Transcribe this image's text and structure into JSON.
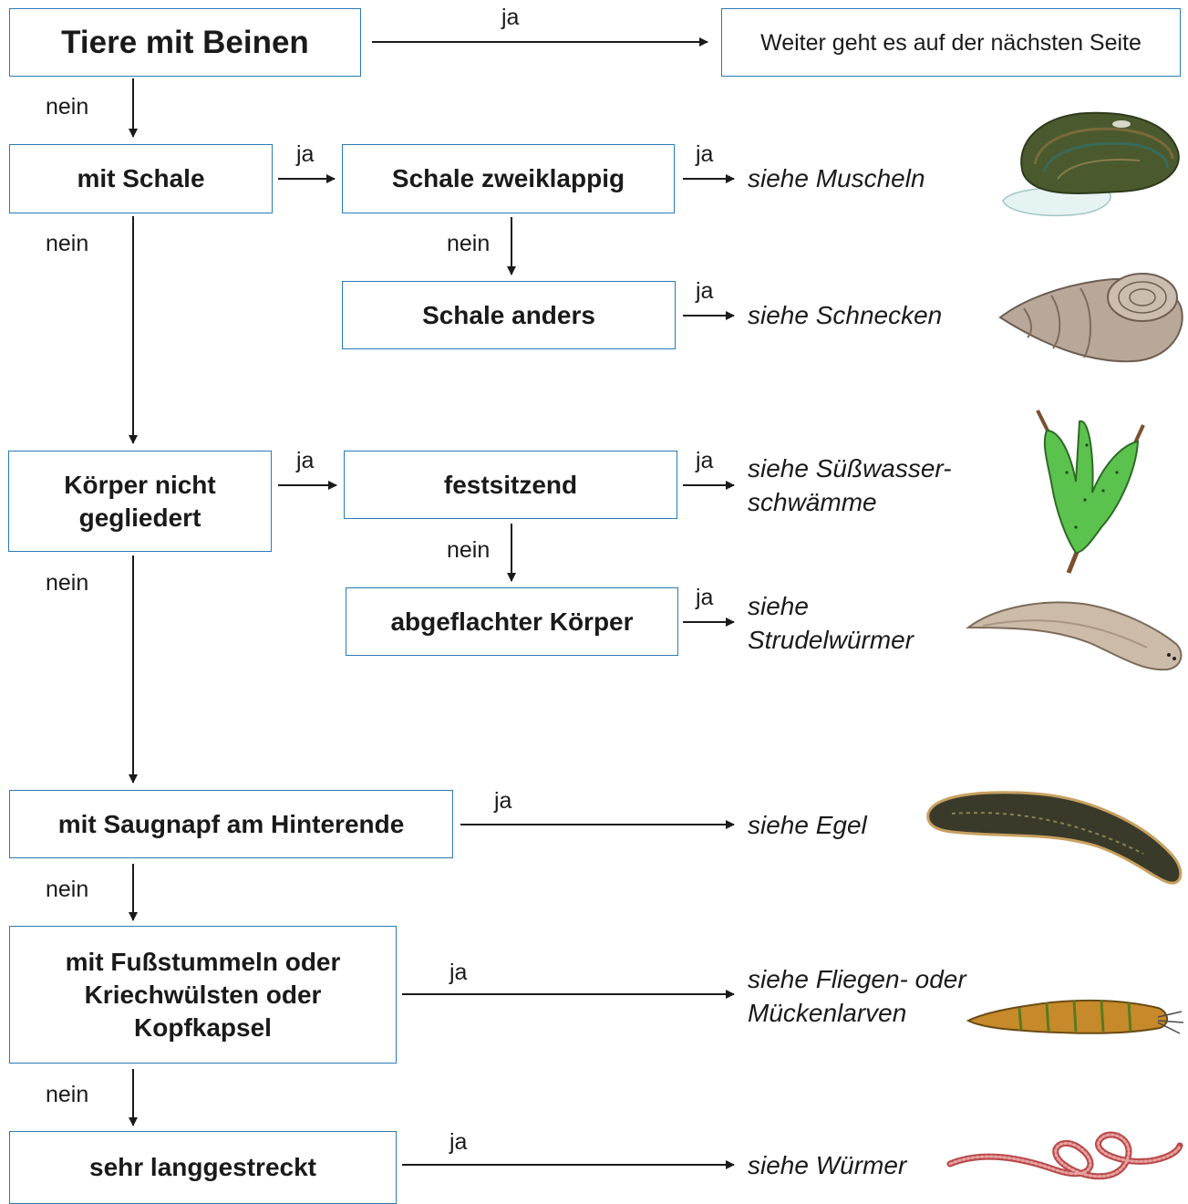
{
  "title_box": "Tiere mit Beinen",
  "next_page": "Weiter geht es auf der nächsten Seite",
  "label_yes": "ja",
  "label_no": "nein",
  "questions": {
    "shell": "mit Schale",
    "bivalve": "Schale zweiklappig",
    "shell_other": "Schale anders",
    "unsegmented_l1": "Körper nicht",
    "unsegmented_l2": "gegliedert",
    "sessile": "festsitzend",
    "flattened": "abgeflachter Körper",
    "sucker": "mit Saugnapf am Hinterende",
    "legs_l1": "mit Fußstummeln oder",
    "legs_l2": "Kriechwülsten oder",
    "legs_l3": "Kopfkapsel",
    "elongated": "sehr langgestreckt"
  },
  "results": {
    "mussels": "siehe Muscheln",
    "snails": "siehe Schnecken",
    "sponges_l1": "siehe Süßwasser-",
    "sponges_l2": "schwämme",
    "flatworms_l1": "siehe",
    "flatworms_l2": "Strudelwürmer",
    "leeches": "siehe Egel",
    "larvae_l1": "siehe Fliegen- oder",
    "larvae_l2": "Mückenlarven",
    "worms": "siehe Würmer"
  },
  "illustrations": [
    "mussel-illustration",
    "snail-illustration",
    "sponge-illustration",
    "flatworm-illustration",
    "leech-illustration",
    "larva-illustration",
    "worm-illustration"
  ],
  "colors": {
    "box_border": "#2a7ab8",
    "arrow": "#1a1a1a"
  }
}
